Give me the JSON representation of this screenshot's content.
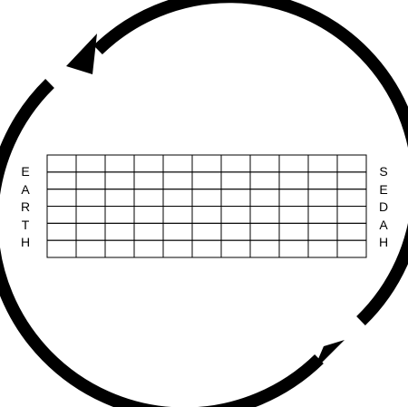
{
  "diagram": {
    "left_label": [
      "E",
      "A",
      "R",
      "T",
      "H"
    ],
    "right_label": [
      "S",
      "E",
      "D",
      "A",
      "H"
    ],
    "grid": {
      "rows": 6,
      "columns": 11
    },
    "colors": {
      "arrows": "#000000",
      "grid_lines": "#000000",
      "background": "#ffffff"
    },
    "icons": [
      "curved-arrow-top",
      "curved-arrow-bottom"
    ]
  }
}
